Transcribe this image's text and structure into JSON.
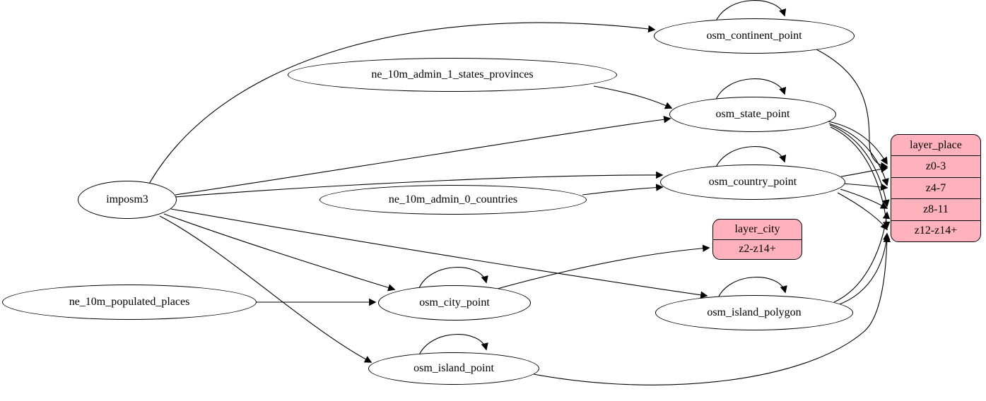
{
  "diagram": {
    "type": "graphviz-etl-graph",
    "colors": {
      "node_fill": "#ffffff",
      "record_fill": "#ffb2bd",
      "stroke": "#000000"
    },
    "nodes": [
      {
        "id": "imposm3",
        "label": "imposm3",
        "shape": "ellipse"
      },
      {
        "id": "ne_10m_admin_1_states_provinces",
        "label": "ne_10m_admin_1_states_provinces",
        "shape": "ellipse"
      },
      {
        "id": "ne_10m_admin_0_countries",
        "label": "ne_10m_admin_0_countries",
        "shape": "ellipse"
      },
      {
        "id": "ne_10m_populated_places",
        "label": "ne_10m_populated_places",
        "shape": "ellipse"
      },
      {
        "id": "osm_continent_point",
        "label": "osm_continent_point",
        "shape": "ellipse"
      },
      {
        "id": "osm_state_point",
        "label": "osm_state_point",
        "shape": "ellipse"
      },
      {
        "id": "osm_country_point",
        "label": "osm_country_point",
        "shape": "ellipse"
      },
      {
        "id": "osm_city_point",
        "label": "osm_city_point",
        "shape": "ellipse"
      },
      {
        "id": "osm_island_polygon",
        "label": "osm_island_polygon",
        "shape": "ellipse"
      },
      {
        "id": "osm_island_point",
        "label": "osm_island_point",
        "shape": "ellipse"
      }
    ],
    "records": {
      "layer_place": {
        "title": "layer_place",
        "rows": [
          "z0-3",
          "z4-7",
          "z8-11",
          "z12-z14+"
        ]
      },
      "layer_city": {
        "title": "layer_city",
        "rows": [
          "z2-z14+"
        ]
      }
    },
    "edges": [
      {
        "from": "imposm3",
        "to": "osm_continent_point"
      },
      {
        "from": "imposm3",
        "to": "osm_state_point"
      },
      {
        "from": "imposm3",
        "to": "osm_country_point"
      },
      {
        "from": "imposm3",
        "to": "osm_city_point"
      },
      {
        "from": "imposm3",
        "to": "osm_island_polygon"
      },
      {
        "from": "imposm3",
        "to": "osm_island_point"
      },
      {
        "from": "ne_10m_admin_1_states_provinces",
        "to": "osm_state_point"
      },
      {
        "from": "ne_10m_admin_0_countries",
        "to": "osm_country_point"
      },
      {
        "from": "ne_10m_populated_places",
        "to": "osm_city_point"
      },
      {
        "from": "osm_continent_point",
        "to": "osm_continent_point"
      },
      {
        "from": "osm_state_point",
        "to": "osm_state_point"
      },
      {
        "from": "osm_country_point",
        "to": "osm_country_point"
      },
      {
        "from": "osm_city_point",
        "to": "osm_city_point"
      },
      {
        "from": "osm_island_polygon",
        "to": "osm_island_polygon"
      },
      {
        "from": "osm_island_point",
        "to": "osm_island_point"
      },
      {
        "from": "osm_continent_point",
        "to": "layer_place.z0-3"
      },
      {
        "from": "osm_state_point",
        "to": "layer_place.z0-3"
      },
      {
        "from": "osm_state_point",
        "to": "layer_place.z4-7"
      },
      {
        "from": "osm_state_point",
        "to": "layer_place.z8-11"
      },
      {
        "from": "osm_state_point",
        "to": "layer_place.z12-z14+"
      },
      {
        "from": "osm_country_point",
        "to": "layer_place.z0-3"
      },
      {
        "from": "osm_country_point",
        "to": "layer_place.z4-7"
      },
      {
        "from": "osm_country_point",
        "to": "layer_place.z8-11"
      },
      {
        "from": "osm_country_point",
        "to": "layer_place.z12-z14+"
      },
      {
        "from": "osm_city_point",
        "to": "layer_city.z2-z14+"
      },
      {
        "from": "osm_island_polygon",
        "to": "layer_place.z8-11"
      },
      {
        "from": "osm_island_polygon",
        "to": "layer_place.z12-z14+"
      },
      {
        "from": "osm_island_point",
        "to": "layer_place.z12-z14+"
      }
    ]
  }
}
